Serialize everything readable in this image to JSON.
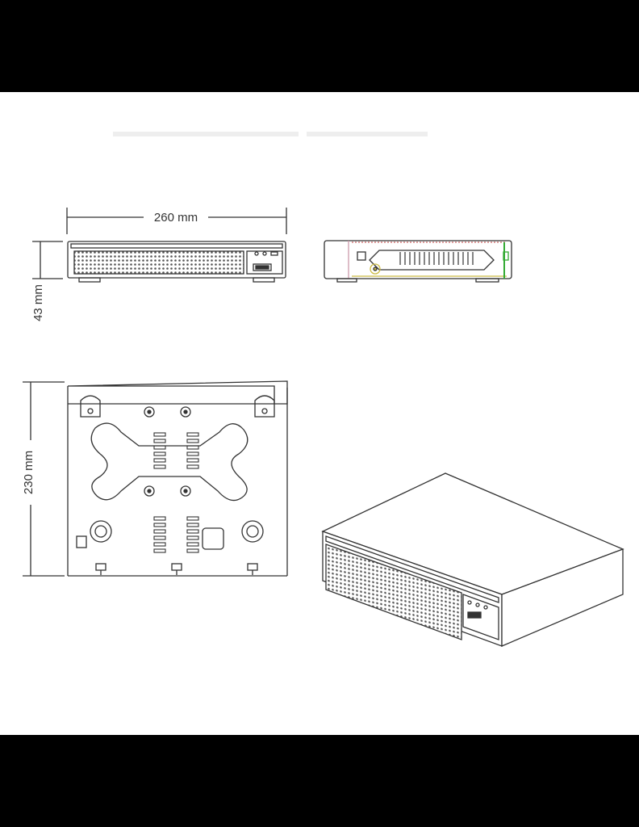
{
  "dimensions": {
    "width_label": "260 mm",
    "height_label": "43 mm",
    "depth_label": "230 mm"
  },
  "colors": {
    "line": "#333333",
    "background": "#ffffff",
    "frame": "#000000"
  }
}
